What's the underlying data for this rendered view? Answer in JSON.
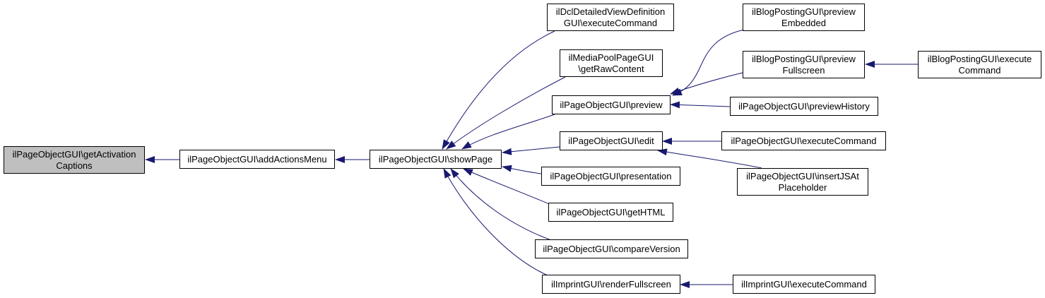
{
  "colors": {
    "edge": "#191970",
    "node_border": "#000000",
    "current_fill": "#bfbfbf",
    "node_fill": "#ffffff"
  },
  "nodes": {
    "getActivationCaptions": {
      "lines": [
        "ilPageObjectGUI\\getActivation",
        "Captions"
      ],
      "current": true
    },
    "addActionsMenu": {
      "lines": [
        "ilPageObjectGUI\\addActionsMenu"
      ]
    },
    "showPage": {
      "lines": [
        "ilPageObjectGUI\\showPage"
      ]
    },
    "dclExecuteCommand": {
      "lines": [
        "ilDclDetailedViewDefinition",
        "GUI\\executeCommand"
      ]
    },
    "mediaPoolGetRawContent": {
      "lines": [
        "ilMediaPoolPageGUI",
        "\\getRawContent"
      ]
    },
    "preview": {
      "lines": [
        "ilPageObjectGUI\\preview"
      ]
    },
    "edit": {
      "lines": [
        "ilPageObjectGUI\\edit"
      ]
    },
    "presentation": {
      "lines": [
        "ilPageObjectGUI\\presentation"
      ]
    },
    "getHTML": {
      "lines": [
        "ilPageObjectGUI\\getHTML"
      ]
    },
    "compareVersion": {
      "lines": [
        "ilPageObjectGUI\\compareVersion"
      ]
    },
    "imprintRenderFullscreen": {
      "lines": [
        "ilImprintGUI\\renderFullscreen"
      ]
    },
    "blogPreviewEmbedded": {
      "lines": [
        "ilBlogPostingGUI\\preview",
        "Embedded"
      ]
    },
    "blogPreviewFullscreen": {
      "lines": [
        "ilBlogPostingGUI\\preview",
        "Fullscreen"
      ]
    },
    "blogExecuteCommand": {
      "lines": [
        "ilBlogPostingGUI\\execute",
        "Command"
      ]
    },
    "previewHistory": {
      "lines": [
        "ilPageObjectGUI\\previewHistory"
      ]
    },
    "pageExecuteCommand": {
      "lines": [
        "ilPageObjectGUI\\executeCommand"
      ]
    },
    "insertJSAtPlaceholder": {
      "lines": [
        "ilPageObjectGUI\\insertJSAt",
        "Placeholder"
      ]
    },
    "imprintExecuteCommand": {
      "lines": [
        "ilImprintGUI\\executeCommand"
      ]
    }
  },
  "edges": [
    {
      "from": "addActionsMenu",
      "to": "getActivationCaptions"
    },
    {
      "from": "showPage",
      "to": "addActionsMenu"
    },
    {
      "from": "dclExecuteCommand",
      "to": "showPage"
    },
    {
      "from": "mediaPoolGetRawContent",
      "to": "showPage"
    },
    {
      "from": "preview",
      "to": "showPage"
    },
    {
      "from": "edit",
      "to": "showPage"
    },
    {
      "from": "presentation",
      "to": "showPage"
    },
    {
      "from": "getHTML",
      "to": "showPage"
    },
    {
      "from": "compareVersion",
      "to": "showPage"
    },
    {
      "from": "imprintRenderFullscreen",
      "to": "showPage"
    },
    {
      "from": "blogPreviewEmbedded",
      "to": "preview"
    },
    {
      "from": "blogPreviewFullscreen",
      "to": "preview"
    },
    {
      "from": "previewHistory",
      "to": "preview"
    },
    {
      "from": "blogExecuteCommand",
      "to": "blogPreviewFullscreen"
    },
    {
      "from": "pageExecuteCommand",
      "to": "edit"
    },
    {
      "from": "insertJSAtPlaceholder",
      "to": "edit"
    },
    {
      "from": "imprintExecuteCommand",
      "to": "imprintRenderFullscreen"
    }
  ]
}
